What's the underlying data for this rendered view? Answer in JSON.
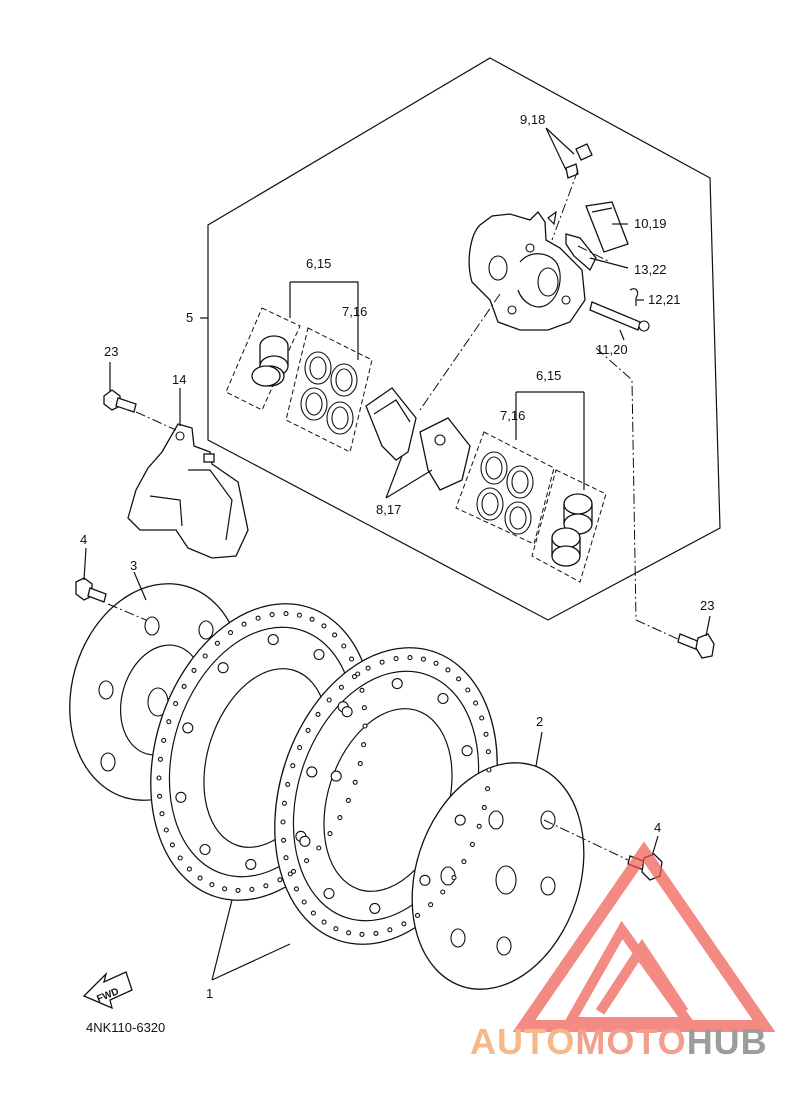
{
  "diagram": {
    "drawing_code": "4NK110-6320",
    "fwd_arrow_label": "FWD",
    "watermark": {
      "part1": "AUTO",
      "part2": "MOTO",
      "part3": "HUB"
    },
    "callouts": {
      "c1": "1",
      "c2": "2",
      "c3": "3",
      "c4a": "4",
      "c4b": "4",
      "c5": "5",
      "c6_15a": "6,15",
      "c6_15b": "6,15",
      "c7_16a": "7,16",
      "c7_16b": "7,16",
      "c8_17": "8,17",
      "c9_18": "9,18",
      "c10_19": "10,19",
      "c11_20": "11,20",
      "c12_21": "12,21",
      "c13_22": "13,22",
      "c14": "14",
      "c23a": "23",
      "c23b": "23"
    },
    "colors": {
      "line": "#111111",
      "watermark_orange": "#f4b889",
      "watermark_red": "#f2a08e",
      "watermark_gray": "#9c9c9c",
      "logo_triangle": "#ef5a4f"
    }
  }
}
